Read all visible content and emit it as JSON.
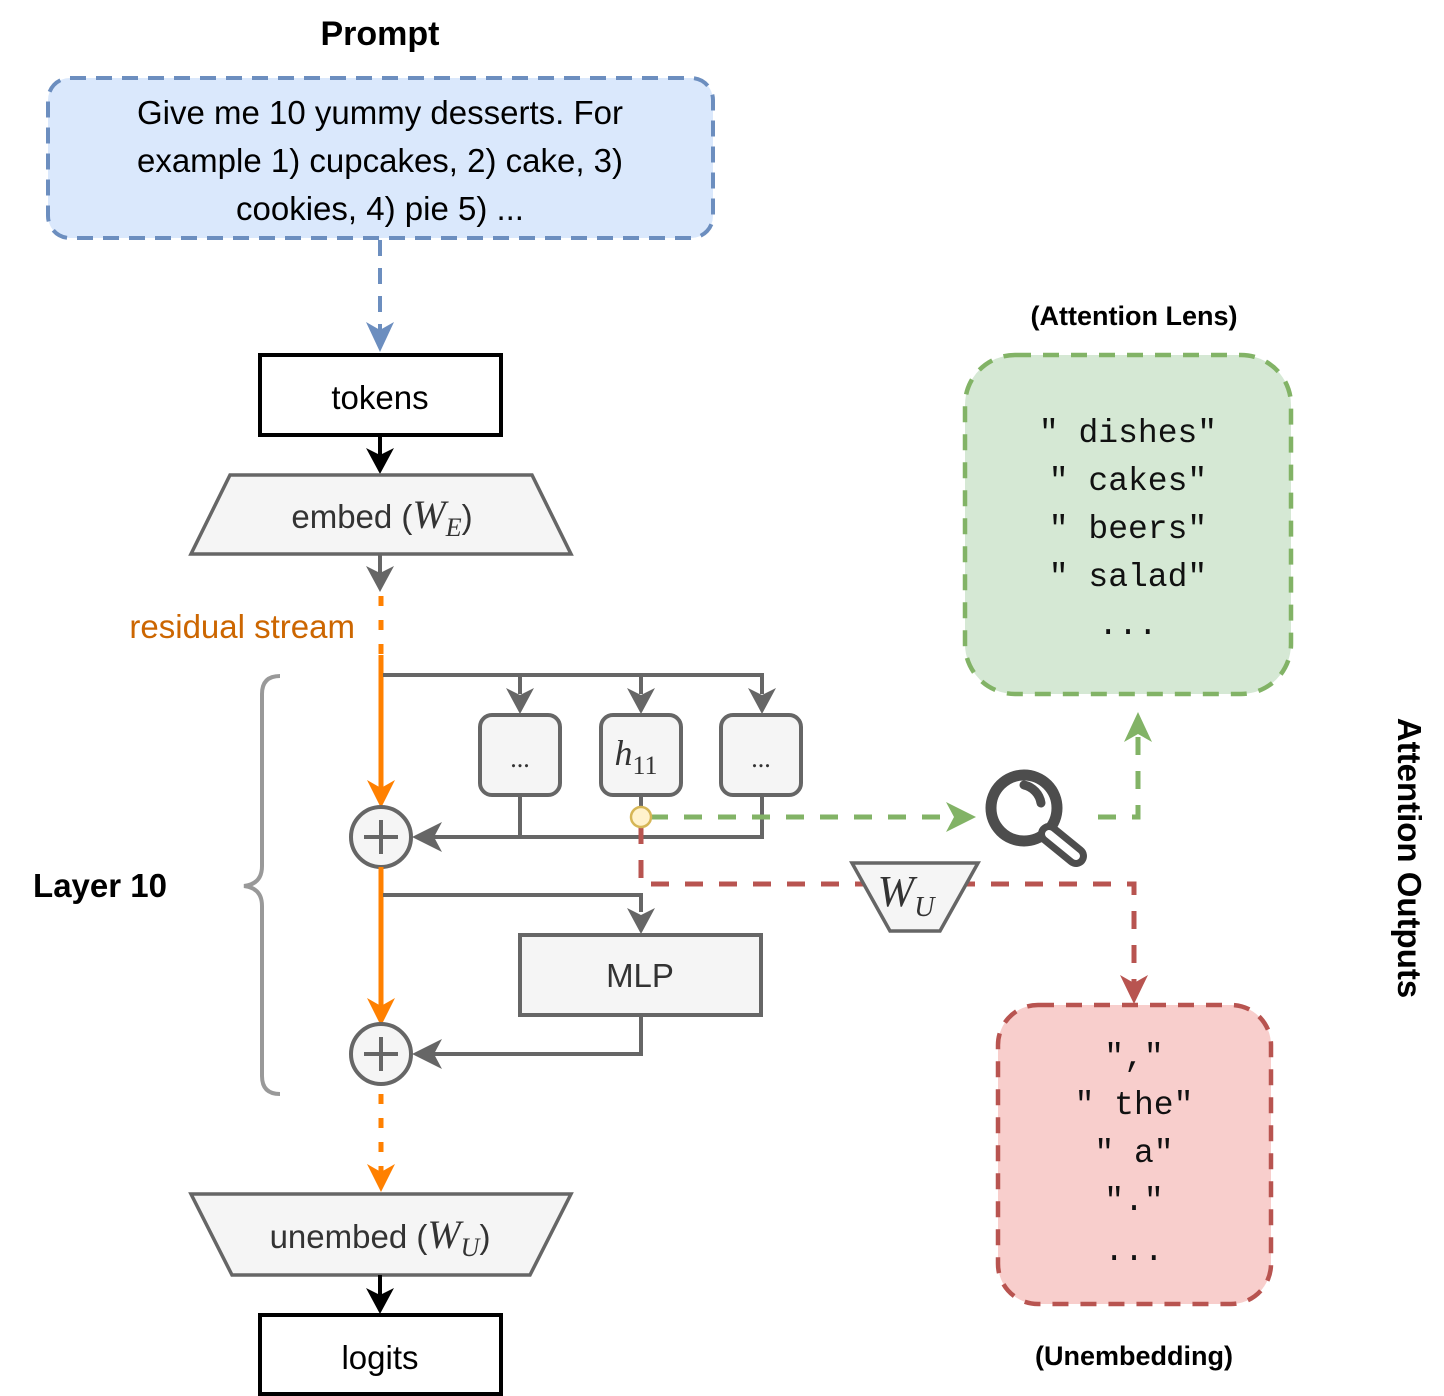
{
  "title": "Attention Lens diagram",
  "prompt": {
    "heading": "Prompt",
    "lines": [
      "Give me 10 yummy desserts. For",
      "example 1) cupcakes, 2) cake, 3)",
      "cookies, 4) pie 5) ..."
    ]
  },
  "pipeline": {
    "tokens": "tokens",
    "embed": {
      "label": "embed (",
      "math_main": "W",
      "math_sub": "E",
      "close": ")"
    },
    "residual_stream": "residual stream",
    "layer_label": "Layer 10",
    "heads": [
      {
        "label": "...",
        "kind": "ellipsis"
      },
      {
        "label": "h",
        "sub": "11",
        "kind": "math"
      },
      {
        "label": "...",
        "kind": "ellipsis"
      }
    ],
    "mlp": "MLP",
    "unembed": {
      "label": "unembed (",
      "math_main": "W",
      "math_sub": "U",
      "close": ")"
    },
    "logits": "logits"
  },
  "projection": {
    "math_main": "W",
    "math_sub": "U"
  },
  "lens_panel": {
    "title": "(Attention Lens)",
    "tokens": [
      "\" dishes\"",
      "\" cakes\"",
      "\" beers\"",
      "\" salad\"",
      "..."
    ]
  },
  "unembed_panel": {
    "title": "(Unembedding)",
    "tokens": [
      "\",\"",
      "\" the\"",
      "\" a\"",
      "\".\"",
      "..."
    ]
  },
  "side_label": "Attention Outputs",
  "colors": {
    "prompt_fill": "#dae8fc",
    "prompt_stroke": "#6c8ebf",
    "lens_fill": "#d5e8d4",
    "lens_stroke": "#82b366",
    "unembed_fill": "#f8cecc",
    "unembed_stroke": "#b85450",
    "residual": "#ff8000",
    "residual_text": "#cc6600",
    "gray": "#666666",
    "box_fill": "#f5f5f5",
    "hook_fill": "#fff2cc",
    "hook_stroke": "#d6b656"
  }
}
